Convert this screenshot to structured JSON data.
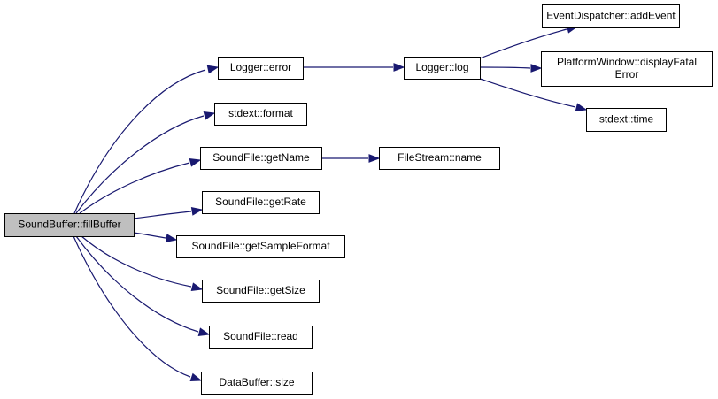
{
  "colors": {
    "root_fill": "#bfbfbf",
    "node_fill": "#ffffff",
    "edge": "#191970"
  },
  "nodes": [
    {
      "id": "root",
      "lines": [
        "SoundBuffer::fillBuffer"
      ],
      "root": true
    },
    {
      "id": "logger_error",
      "lines": [
        "Logger::error"
      ]
    },
    {
      "id": "stdext_format",
      "lines": [
        "stdext::format"
      ]
    },
    {
      "id": "getname",
      "lines": [
        "SoundFile::getName"
      ]
    },
    {
      "id": "getrate",
      "lines": [
        "SoundFile::getRate"
      ]
    },
    {
      "id": "getsampleformat",
      "lines": [
        "SoundFile::getSampleFormat"
      ]
    },
    {
      "id": "getsize",
      "lines": [
        "SoundFile::getSize"
      ]
    },
    {
      "id": "read",
      "lines": [
        "SoundFile::read"
      ]
    },
    {
      "id": "databuffer_size",
      "lines": [
        "DataBuffer::size"
      ]
    },
    {
      "id": "logger_log",
      "lines": [
        "Logger::log"
      ]
    },
    {
      "id": "filestream_name",
      "lines": [
        "FileStream::name"
      ]
    },
    {
      "id": "addevent",
      "lines": [
        "EventDispatcher::addEvent"
      ]
    },
    {
      "id": "displayfatal",
      "lines": [
        "PlatformWindow::displayFatal",
        "Error"
      ]
    },
    {
      "id": "stdext_time",
      "lines": [
        "stdext::time"
      ]
    }
  ],
  "edges": [
    {
      "from": "root",
      "to": "logger_error"
    },
    {
      "from": "root",
      "to": "stdext_format"
    },
    {
      "from": "root",
      "to": "getname"
    },
    {
      "from": "root",
      "to": "getrate"
    },
    {
      "from": "root",
      "to": "getsampleformat"
    },
    {
      "from": "root",
      "to": "getsize"
    },
    {
      "from": "root",
      "to": "read"
    },
    {
      "from": "root",
      "to": "databuffer_size"
    },
    {
      "from": "logger_error",
      "to": "logger_log"
    },
    {
      "from": "getname",
      "to": "filestream_name"
    },
    {
      "from": "logger_log",
      "to": "addevent"
    },
    {
      "from": "logger_log",
      "to": "displayfatal"
    },
    {
      "from": "logger_log",
      "to": "stdext_time"
    }
  ]
}
